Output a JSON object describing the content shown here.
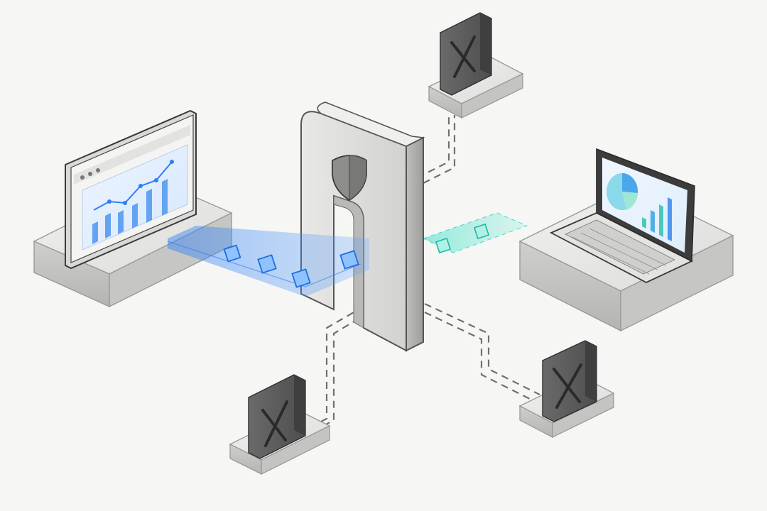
{
  "diagram": {
    "description_visible_text": "",
    "nodes": [
      {
        "id": "dashboard-monitor",
        "kind": "monitor",
        "content": "line-and-bar-chart"
      },
      {
        "id": "security-gateway",
        "kind": "arch-gate",
        "icon": "shield-icon"
      },
      {
        "id": "laptop",
        "kind": "laptop",
        "content": "pie-and-bar-chart"
      },
      {
        "id": "blocked-node-top",
        "kind": "blocked-panel",
        "icon": "x-mark-icon"
      },
      {
        "id": "blocked-node-bottom-left",
        "kind": "blocked-panel",
        "icon": "x-mark-icon"
      },
      {
        "id": "blocked-node-bottom-right",
        "kind": "blocked-panel",
        "icon": "x-mark-icon"
      }
    ],
    "connections": [
      {
        "from": "dashboard-monitor",
        "to": "security-gateway",
        "style": "solid-stream",
        "color": "#3d8ef5",
        "packets": 4
      },
      {
        "from": "security-gateway",
        "to": "laptop",
        "style": "solid-stream",
        "color": "#36d6c2",
        "packets": 2
      },
      {
        "from": "security-gateway",
        "to": "blocked-node-top",
        "style": "dashed"
      },
      {
        "from": "security-gateway",
        "to": "blocked-node-bottom-left",
        "style": "dashed"
      },
      {
        "from": "security-gateway",
        "to": "blocked-node-bottom-right",
        "style": "dashed"
      }
    ],
    "colors": {
      "background": "#f6f6f4",
      "stone": "#e4e4e2",
      "stone_shadow": "#a8a8a6",
      "blocked_panel": "#5a5a5a",
      "blue_stream": "#3d8ef5",
      "teal_stream": "#36d6c2",
      "dash_line": "#666666"
    }
  }
}
